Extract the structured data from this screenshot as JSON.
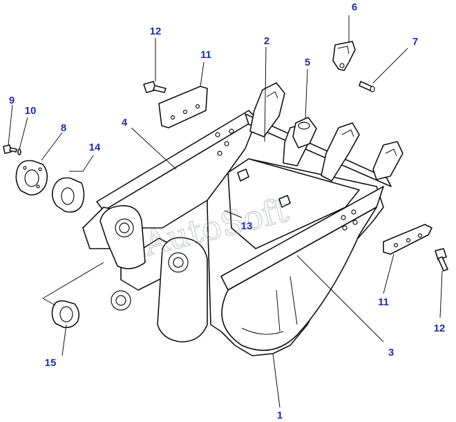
{
  "watermark": "AutoSoft",
  "colors": {
    "callout": "#1b2db8",
    "line": "#111111",
    "background": "#ffffff"
  },
  "callouts": {
    "c1": "1",
    "c2": "2",
    "c3": "3",
    "c4": "4",
    "c5": "5",
    "c6": "6",
    "c7": "7",
    "c8": "8",
    "c9": "9",
    "c10": "10",
    "c11a": "11",
    "c11b": "11",
    "c12a": "12",
    "c12b": "12",
    "c13": "13",
    "c14": "14",
    "c15": "15"
  }
}
